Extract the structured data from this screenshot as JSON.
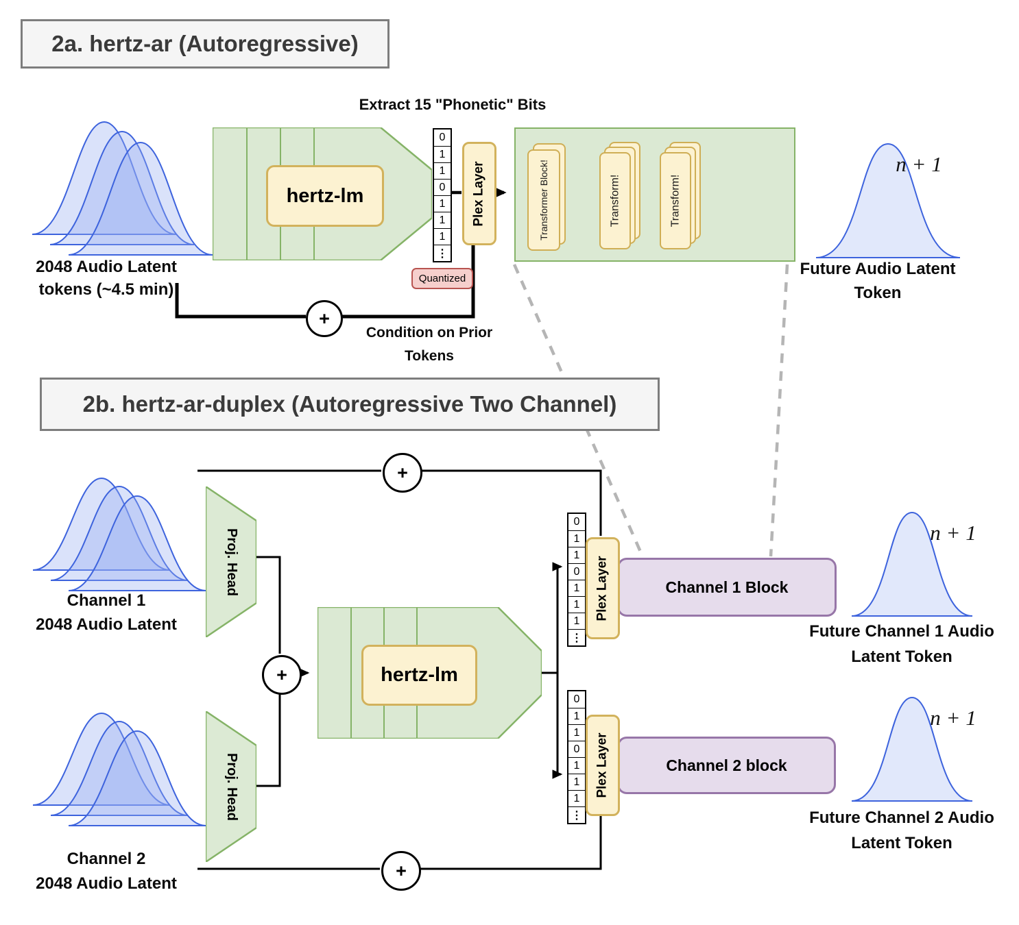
{
  "colors": {
    "green_fill": "#dbe9d3",
    "green_stroke": "#85b367",
    "yellow_fill": "#fcf2d1",
    "yellow_stroke": "#d2b25c",
    "purple_fill": "#e6dcec",
    "purple_stroke": "#9776a8",
    "pink_fill": "#f6cfcc",
    "pink_stroke": "#b85450",
    "blue_curve": "#3d63dd",
    "dashed_gray": "#b5b5b5",
    "title_bg": "#f5f5f5",
    "title_border": "#7d7d7d"
  },
  "section_a": {
    "title": "2a. hertz-ar (Autoregressive)",
    "extract_bits_label": "Extract 15 \"Phonetic\" Bits",
    "input_label": [
      "2048 Audio Latent",
      "tokens (~4.5 min)"
    ],
    "encoder_label": "hertz-lm",
    "bits": [
      "0",
      "1",
      "1",
      "0",
      "1",
      "1",
      "1",
      "⋮"
    ],
    "plex_label": "Plex Layer",
    "quantized_label": "Quantized",
    "plus": "+",
    "condition_label": [
      "Condition on Prior",
      "Tokens"
    ],
    "transformer_stack_labels": [
      "Transformer Block!",
      "Transform!",
      "Transform!"
    ],
    "future_token_math": "n + 1",
    "future_label": [
      "Future Audio Latent",
      "Token"
    ]
  },
  "section_b": {
    "title": "2b. hertz-ar-duplex (Autoregressive Two Channel)",
    "channel1_label": [
      "Channel 1",
      "2048 Audio Latent"
    ],
    "channel2_label": [
      "Channel 2",
      "2048 Audio Latent"
    ],
    "proj_head1_label": "Proj. Head",
    "proj_head2_label": "Proj. Head",
    "encoder_label": "hertz-lm",
    "bits_ch1": [
      "0",
      "1",
      "1",
      "0",
      "1",
      "1",
      "1",
      "⋮"
    ],
    "bits_ch2": [
      "0",
      "1",
      "1",
      "0",
      "1",
      "1",
      "1",
      "⋮"
    ],
    "plex1_label": "Plex Layer",
    "plex2_label": "Plex Layer",
    "channel1_block_label": "Channel 1 Block",
    "channel2_block_label": "Channel 2 block",
    "plus_top": "+",
    "plus_mid": "+",
    "plus_bottom": "+",
    "future1_math": "n + 1",
    "future1_label": [
      "Future Channel 1 Audio",
      "Latent Token"
    ],
    "future2_math": "n + 1",
    "future2_label": [
      "Future Channel 2 Audio",
      "Latent Token"
    ]
  }
}
